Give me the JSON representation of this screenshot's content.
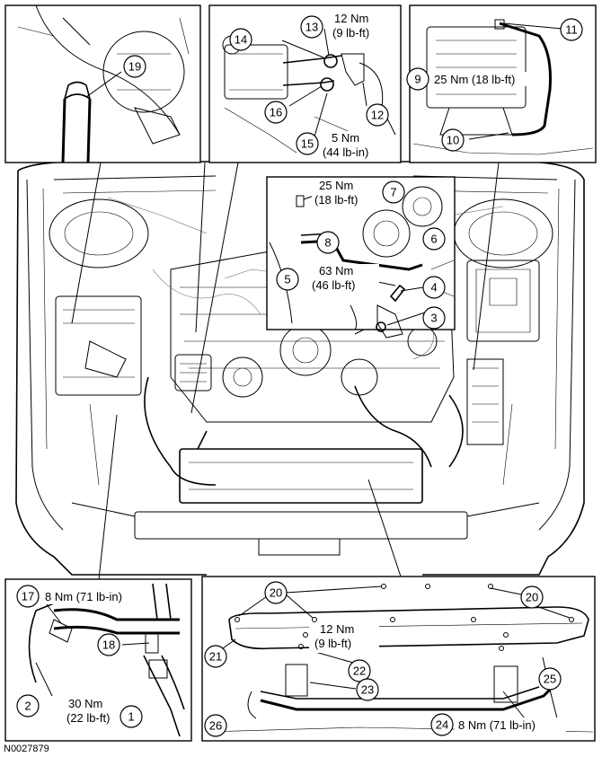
{
  "figure_id": "N0027879",
  "callouts": {
    "c1": "1",
    "c2": "2",
    "c3": "3",
    "c4": "4",
    "c5": "5",
    "c6": "6",
    "c7": "7",
    "c8": "8",
    "c9": "9",
    "c10": "10",
    "c11": "11",
    "c12": "12",
    "c13": "13",
    "c14": "14",
    "c15": "15",
    "c16": "16",
    "c17": "17",
    "c18": "18",
    "c19": "19",
    "c20a": "20",
    "c20b": "20",
    "c21": "21",
    "c22": "22",
    "c23": "23",
    "c24": "24",
    "c25": "25",
    "c26": "26"
  },
  "torque": {
    "p13_nm": "12 Nm",
    "p13_lbft": "(9 lb-ft)",
    "p15_nm": "5 Nm",
    "p15_lbin": "(44 lb-in)",
    "p9": "25 Nm (18 lb-ft)",
    "p7_nm": "25 Nm",
    "p7_lbft": "(18 lb-ft)",
    "p5_nm": "63 Nm",
    "p5_lbft": "(46 lb-ft)",
    "p17": "8 Nm (71 lb-in)",
    "p2_nm": "30 Nm",
    "p2_lbft": "(22 lb-ft)",
    "p22_nm": "12 Nm",
    "p22_lbft": "(9 lb-ft)",
    "p24": "8 Nm (71 lb-in)"
  }
}
